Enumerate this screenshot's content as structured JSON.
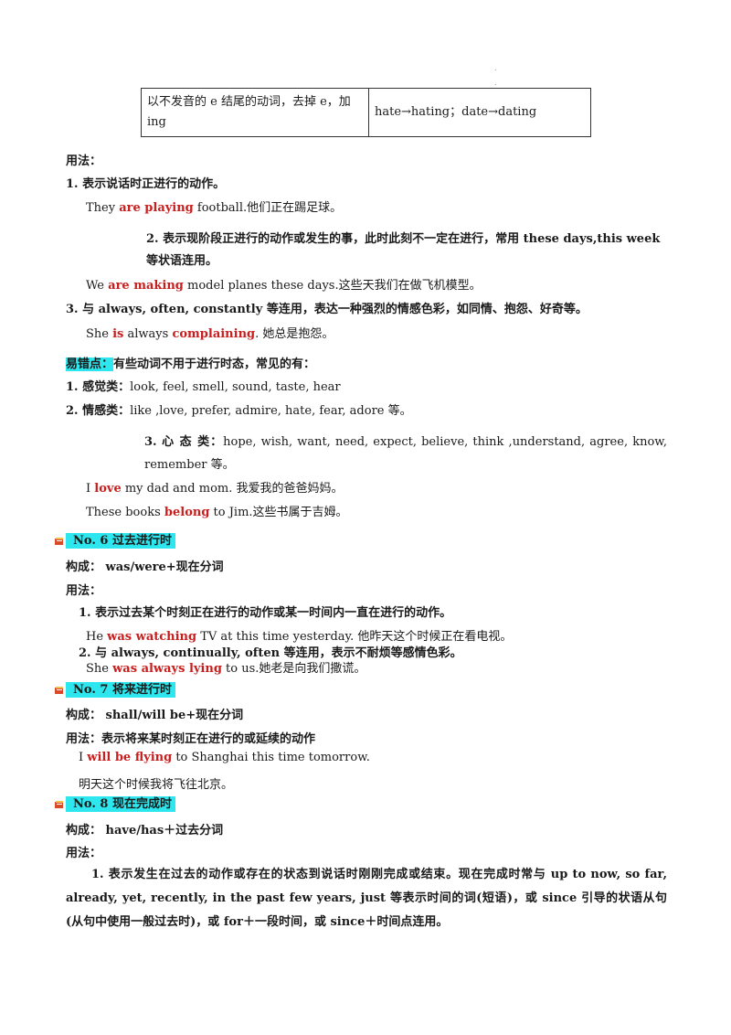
{
  "dots": [
    ".",
    "."
  ],
  "table": {
    "left": "以不发音的 e 结尾的动词，去掉 e，加ing",
    "right": "hate→hating；date→dating"
  },
  "usage1": {
    "heading": "用法：",
    "item1": "1. 表示说话时正进行的动作。",
    "ex1": {
      "a": "They ",
      "b": "are playing",
      "c": " football.他们正在踢足球。"
    },
    "item2": "2. 表示现阶段正进行的动作或发生的事，此时此刻不一定在进行，常用 these days,this week 等状语连用。",
    "ex2": {
      "a": "We ",
      "b": "are making",
      "c": " model planes these days.这些天我们在做飞机模型。"
    },
    "item3": "3. 与 always, often, constantly 等连用，表达一种强烈的情感色彩，如同情、抱怨、好奇等。",
    "ex3": {
      "a": "She ",
      "b": "is",
      "c": " always ",
      "d": "complaining",
      "e": ". 她总是抱怨。"
    }
  },
  "pitfall": {
    "heading": "易错点：",
    "heading_rest": "有些动词不用于进行时态，常见的有：",
    "item1_label": "1. 感觉类：",
    "item1_text": "look, feel, smell, sound, taste, hear",
    "item2_label": "2. 情感类：",
    "item2_text": "like ,love, prefer, admire, hate, fear, adore 等。",
    "item3_label": "3. 心 态 类：",
    "item3_text": "hope, wish, want, need, expect, believe, think ,understand, agree, know, remember 等。",
    "ex1": {
      "a": "I ",
      "b": "love",
      "c": " my dad and mom. 我爱我的爸爸妈妈。"
    },
    "ex2": {
      "a": "These books ",
      "b": "belong",
      "c": " to Jim.这些书属于吉姆。"
    }
  },
  "no6": {
    "title": "No. 6    过去进行时",
    "form": "构成：  was/were+现在分词",
    "usage": "用法：",
    "item1": "1. 表示过去某个时刻正在进行的动作或某一时间内一直在进行的动作。",
    "ex1": {
      "a": "He ",
      "b": "was watching",
      "c": " TV at this time yesterday. 他昨天这个时候正在看电视。"
    },
    "item2": "2. 与 always, continually, often 等连用，表示不耐烦等感情色彩。",
    "ex2": {
      "a": "She ",
      "b": "was always lying",
      "c": " to us.她老是向我们撒谎。"
    }
  },
  "no7": {
    "title": "No. 7    将来进行时",
    "form": "构成：  shall/will be+现在分词",
    "usage": "用法：表示将来某时刻正在进行的或延续的动作",
    "ex1": {
      "a": "I ",
      "b": "will be flying",
      "c": " to Shanghai this time tomorrow."
    },
    "ex1_cn": "明天这个时候我将飞往北京。"
  },
  "no8": {
    "title": "No. 8  现在完成时",
    "form": "构成：  have/has＋过去分词",
    "usage": "用法：",
    "item1": "1. 表示发生在过去的动作或存在的状态到说话时刚刚完成或结束。现在完成时常与 up to now, so far, already, yet,   recently, in the past few years, just 等表示时间的词(短语)，或 since 引导的状语从句(从句中使用一般过去时)，或 for＋一段时间，或 since＋时间点连用。"
  },
  "colors": {
    "accent_red": "#c81e1e",
    "highlight": "#2ee6ee"
  },
  "icons": [
    "book-icon"
  ]
}
